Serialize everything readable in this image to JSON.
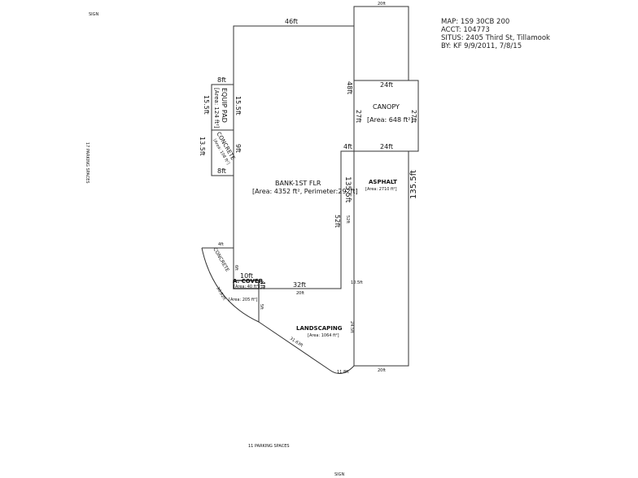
{
  "info": {
    "map": "MAP: 1S9 30CB 200",
    "acct": "ACCT: 104773",
    "situs": "SITUS: 2405 Third St, Tillamook",
    "by": "BY: KF 9/9/2011, 7/8/15"
  },
  "labels": {
    "sign_top": "SIGN",
    "sign_bottom": "SIGN",
    "parking_left": "17 PARKING SPACES",
    "parking_bottom": "11 PARKING SPACES",
    "bank_name": "BANK-1ST FLR",
    "bank_area": "[Area: 4352 ft², Perimeter:292ft]",
    "bank_top": "46ft",
    "bank_right_top": "48ft",
    "bank_step": "4ft",
    "bank_right_low": "52ft",
    "bank_bottom": "32ft",
    "bank_left_a": "15.5ft",
    "bank_left_b": "9ft",
    "bank_left_c": "6ft",
    "equip_name": "EQUIP PAD",
    "equip_area": "[Area: 124 ft²]",
    "equip_top": "8ft",
    "equip_side": "15.5ft",
    "concrete1_name": "CONCRETE",
    "concrete1_area": "[Area: 108 ft²]",
    "concrete1_side": "13.5ft",
    "concrete1_bottom": "8ft",
    "canopy_name": "CANOPY",
    "canopy_area": "[Area: 648 ft²]",
    "canopy_top": "24ft",
    "canopy_bottom": "24ft",
    "canopy_left": "27ft",
    "canopy_right": "27ft",
    "column_top": "20ft",
    "asphalt_name": "ASPHALT",
    "asphalt_area": "[Area: 2710 ft²]",
    "asphalt_right": "135.5ft",
    "asphalt_left": "135.5ft",
    "asphalt_bottom": "20ft",
    "cover_name": "A. COVER",
    "cover_area": "[Area: 40 ft²]",
    "cover_top": "10ft",
    "cover_side": "4ft",
    "concrete2_name": "CONCRETE",
    "concrete2_area": "[Area: 205 ft²]",
    "concrete2_top": "4ft",
    "concrete2_arc": "30.82ft",
    "concrete2_side": "5ft",
    "land_name": "LANDSCAPING",
    "land_area": "[Area: 1064 ft²]",
    "land_diag": "31.63ft",
    "land_arc": "11.8ft",
    "land_side": "24.5ft",
    "land_mid": "10.5ft"
  }
}
